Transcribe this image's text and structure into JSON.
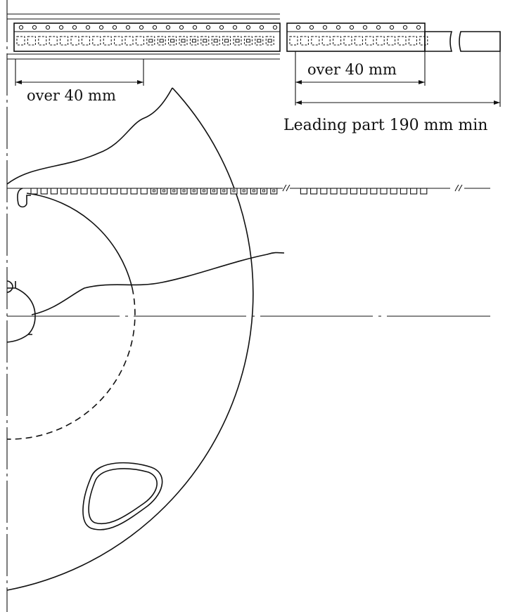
{
  "labels": {
    "film_overlap_length": "over 40 mm",
    "leader_overlap_length": "over 40 mm",
    "leading_part": "Leading part 190 mm min"
  },
  "colors": {
    "ink": "#111111",
    "paper": "#ffffff"
  }
}
